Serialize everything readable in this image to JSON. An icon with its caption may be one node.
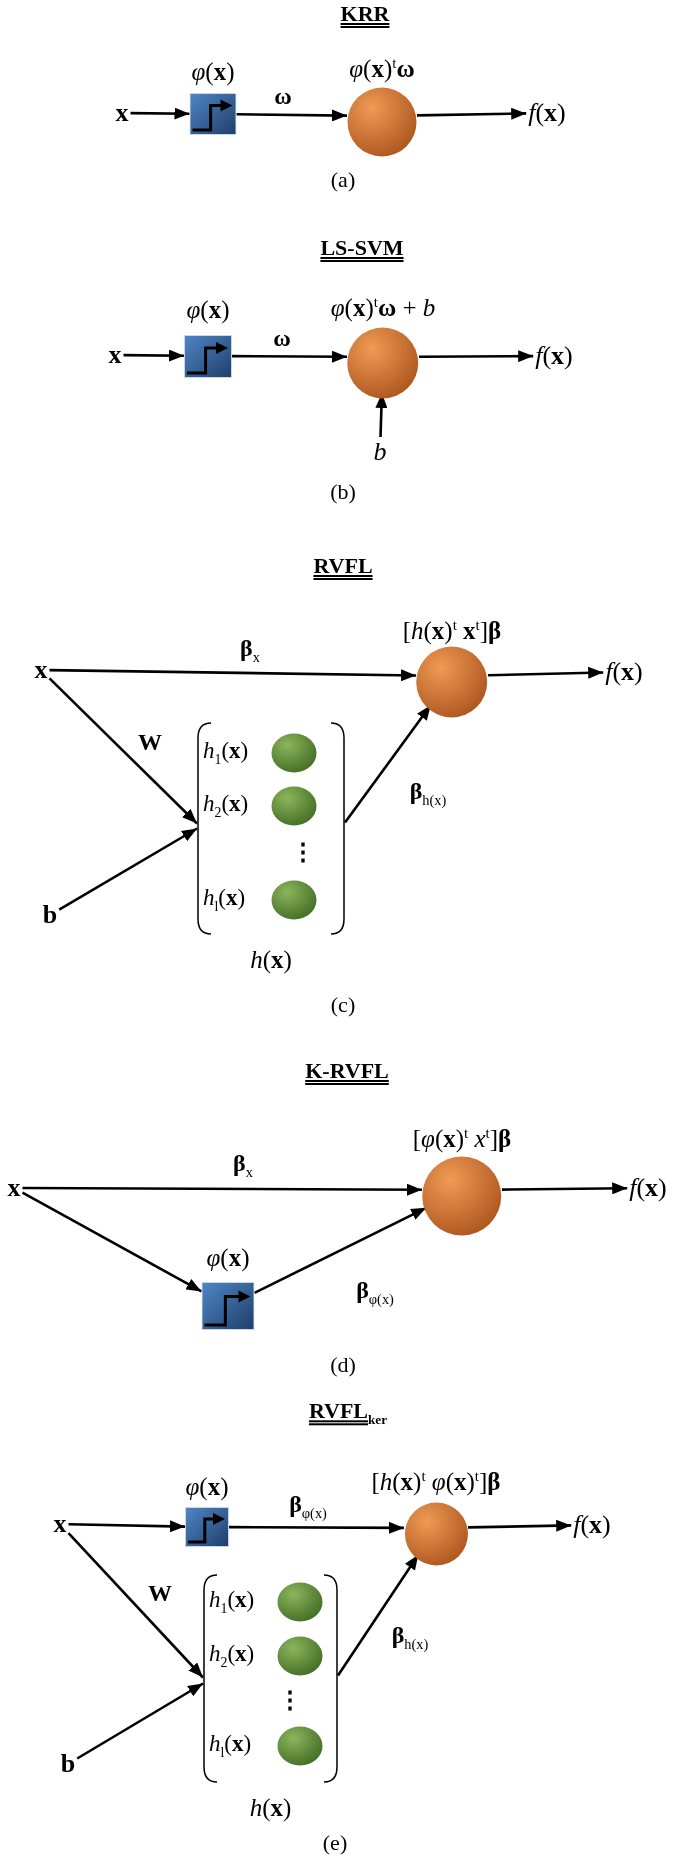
{
  "diagram": {
    "nodes": [
      {
        "text": [
          "x"
        ]
      },
      {
        "text": [
          "*φ*(**x**)"
        ]
      },
      {
        "text": [
          "*φ*(**x**)$^{t}$**ω**"
        ]
      },
      {
        "text": [
          "*f*(**x**)"
        ]
      },
      {
        "text": [
          "x"
        ]
      },
      {
        "text": [
          "*φ*(**x**)"
        ]
      },
      {
        "text": [
          "*φ*(**x**)$^{t}$**ω** + *b*"
        ]
      },
      {
        "text": [
          "*f*(**x**)"
        ]
      },
      {
        "text": [
          "b"
        ]
      },
      {
        "text": [
          "x"
        ]
      },
      {
        "text": [
          "b"
        ]
      },
      {
        "text": [
          "*h*(**x**)"
        ]
      },
      {
        "text": [
          "*h*$_{1}$(**x**)"
        ],
        "in": 11
      },
      {
        "text": [
          "*h*$_{2}$(**x**)"
        ],
        "in": 11
      },
      {
        "text": [
          "*h*$_{l}$(**x**)"
        ],
        "in": 11
      },
      {
        "text": [
          "[*h*(**x**)$^{t}$ **x**$^{t}$]**β**"
        ]
      },
      {
        "text": [
          "*f*(**x**)"
        ]
      },
      {
        "text": [
          "x"
        ]
      },
      {
        "text": [
          "[*φ*(**x**)$^{t}$ *x*$^{t}$]**β**"
        ]
      },
      {
        "text": [
          "*φ*(**x**)"
        ]
      },
      {
        "text": [
          "*f*(**x**)"
        ]
      },
      {
        "text": [
          "x"
        ]
      },
      {
        "text": [
          "*φ*(**x**)"
        ]
      },
      {
        "text": [
          "b"
        ]
      },
      {
        "text": [
          "*h*(**x**)"
        ]
      },
      {
        "text": [
          "*h*$_{1}$(**x**)"
        ],
        "in": 24
      },
      {
        "text": [
          "*h*$_{2}$(**x**)"
        ],
        "in": 24
      },
      {
        "text": [
          "*h*$_{l}$(**x**)"
        ],
        "in": 24
      },
      {
        "text": [
          "[*h*(**x**)$^{t}$ *φ*(**x**)$^{t}$]**β**"
        ]
      },
      {
        "text": [
          "*f*(**x**)"
        ]
      }
    ],
    "edges": [
      {
        "from": 0,
        "to": 1,
        "arrow": "to"
      },
      {
        "from": 1,
        "to": 2,
        "arrow": "to",
        "label": "ω"
      },
      {
        "from": 2,
        "to": 3,
        "arrow": "to"
      },
      {
        "from": 4,
        "to": 5,
        "arrow": "to"
      },
      {
        "from": 5,
        "to": 6,
        "arrow": "to",
        "label": "ω"
      },
      {
        "from": 6,
        "to": 7,
        "arrow": "to"
      },
      {
        "from": 8,
        "to": 6,
        "arrow": "to"
      },
      {
        "from": 9,
        "to": 15,
        "arrow": "to",
        "label": "**β**$_{x}$"
      },
      {
        "from": 9,
        "to": 11,
        "arrow": "to",
        "label": "W"
      },
      {
        "from": 10,
        "to": 11,
        "arrow": "to"
      },
      {
        "from": 11,
        "to": 15,
        "arrow": "to",
        "label": "**β**$_{h(x)}$"
      },
      {
        "from": 15,
        "to": 16,
        "arrow": "to"
      },
      {
        "from": 17,
        "to": 18,
        "arrow": "to",
        "label": "**β**$_{x}$"
      },
      {
        "from": 17,
        "to": 19,
        "arrow": "to"
      },
      {
        "from": 19,
        "to": 18,
        "arrow": "to",
        "label": "**β**$_{φ(x)}$"
      },
      {
        "from": 18,
        "to": 20,
        "arrow": "to"
      },
      {
        "from": 21,
        "to": 22,
        "arrow": "to"
      },
      {
        "from": 22,
        "to": 28,
        "arrow": "to",
        "label": "**β**$_{φ(x)}$"
      },
      {
        "from": 21,
        "to": 24,
        "arrow": "to",
        "label": "W"
      },
      {
        "from": 23,
        "to": 24,
        "arrow": "to"
      },
      {
        "from": 24,
        "to": 28,
        "arrow": "to",
        "label": "**β**$_{h(x)}$"
      },
      {
        "from": 28,
        "to": 29,
        "arrow": "to"
      }
    ],
    "labels": [
      "KRR",
      "(a)",
      "LS-SVM",
      "(b)",
      "RVFL",
      "⋮",
      "(c)",
      "K-RVFL",
      "(d)",
      "RVFL$_{ker}$",
      "⋮",
      "(e)"
    ]
  }
}
